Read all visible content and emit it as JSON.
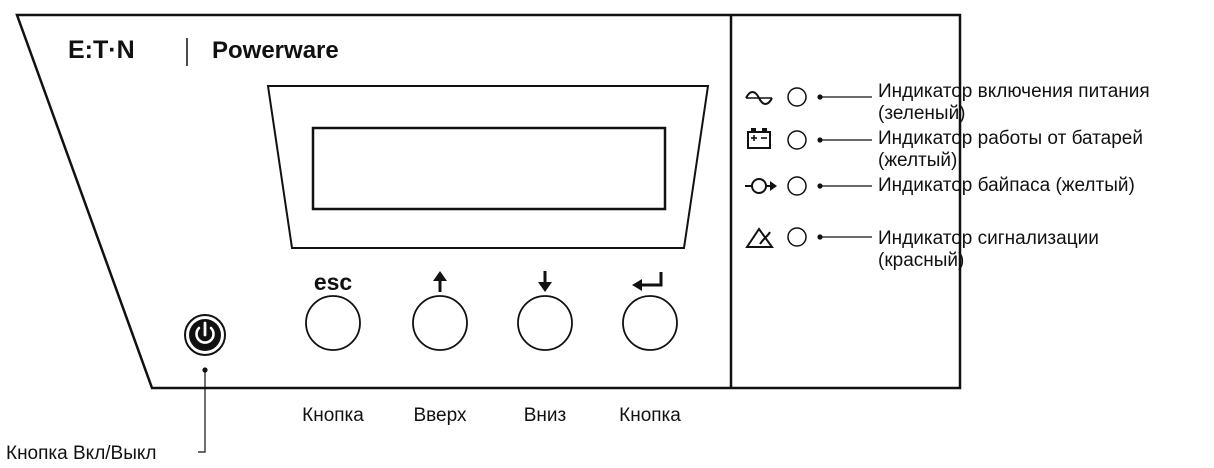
{
  "brand": {
    "eaton": "E:T·N",
    "product": "Powerware"
  },
  "buttons": {
    "esc_key": "esc",
    "captions": [
      "Кнопка",
      "Вверх",
      "Вниз",
      "Кнопка"
    ],
    "power_caption": "Кнопка Вкл/Выкл"
  },
  "indicators": [
    {
      "icon": "ac-power-icon",
      "line1": "Индикатор включения питания",
      "line2": "(зеленый)"
    },
    {
      "icon": "battery-icon",
      "line1": "Индикатор работы от батарей",
      "line2": "(желтый)"
    },
    {
      "icon": "bypass-icon",
      "line1": "Индикатор байпаса (желтый)",
      "line2": ""
    },
    {
      "icon": "alarm-icon",
      "line1": "Индикатор сигнализации",
      "line2": "(красный)"
    }
  ],
  "colors": {
    "ink": "#111111",
    "background": "#ffffff"
  }
}
